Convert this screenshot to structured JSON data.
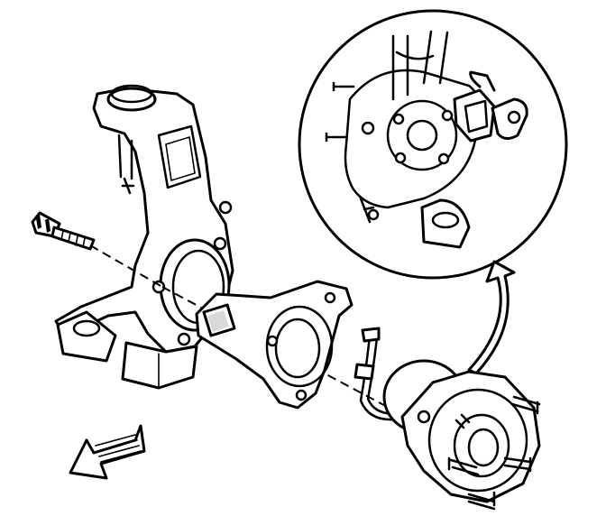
{
  "figure": {
    "components": [
      "steering-knuckle",
      "hub-bolt",
      "backing-plate",
      "wheel-hub-bearing",
      "wheel-speed-sensor-wire",
      "detail-inset",
      "forward-arrow",
      "curved-pointer-arrow"
    ]
  },
  "colors": {
    "line": "#000000",
    "fill": "#ffffff"
  }
}
